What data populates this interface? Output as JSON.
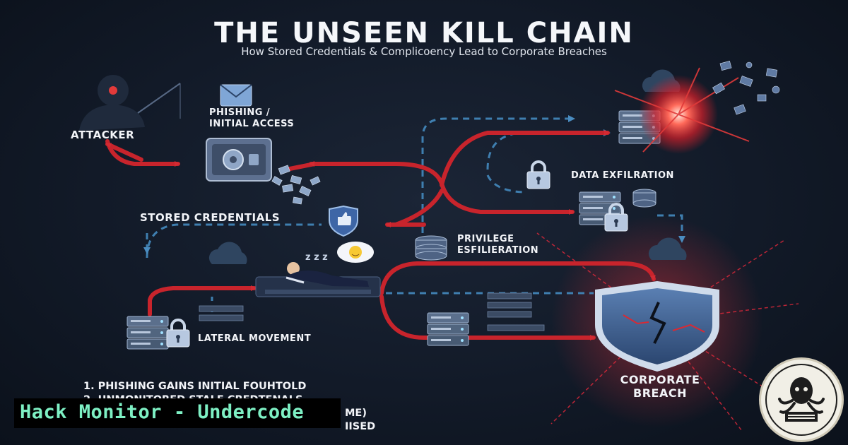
{
  "title": "THE UNSEEN KILL CHAIN",
  "subtitle": "How Stored Credentials & Complicoency Lead to Corporate Breaches",
  "labels": {
    "attacker": "ATTACKER",
    "phishing_line1": "PHISHING /",
    "phishing_line2": "INITIAL ACCESS",
    "stored_credentials": "STORED CREDENTIALS",
    "privilege_line1": "PRIVILEGE",
    "privilege_line2": "ESFILIERATION",
    "data_exfiltration": "DATA EXFILRATION",
    "lateral_movement": "LATERAL MOVEMENT",
    "breach_line1": "CORPORATE",
    "breach_line2": "BREACH"
  },
  "steps": [
    "1. PHISHING GAINS INITIAL FOUHTOLD",
    "2. UNMONITORED STALE CREDTENALS",
    "ME)",
    "IISED"
  ],
  "banner": "Hack Monitor - Undercode",
  "colors": {
    "background": "#121a28",
    "attack_path": "#c8242c",
    "monitor_path": "#3f7fb0",
    "shield": "#3b5a86",
    "banner_text": "#7ef0c4"
  },
  "icons": [
    "attacker-silhouette",
    "envelope-icon",
    "vault-icon",
    "thumbs-up-shield-icon",
    "server-icon",
    "padlock-icon",
    "cloud-icon",
    "database-icon",
    "sleeping-employee",
    "shield-breach-icon",
    "explosion-burst",
    "octopus-logo"
  ]
}
